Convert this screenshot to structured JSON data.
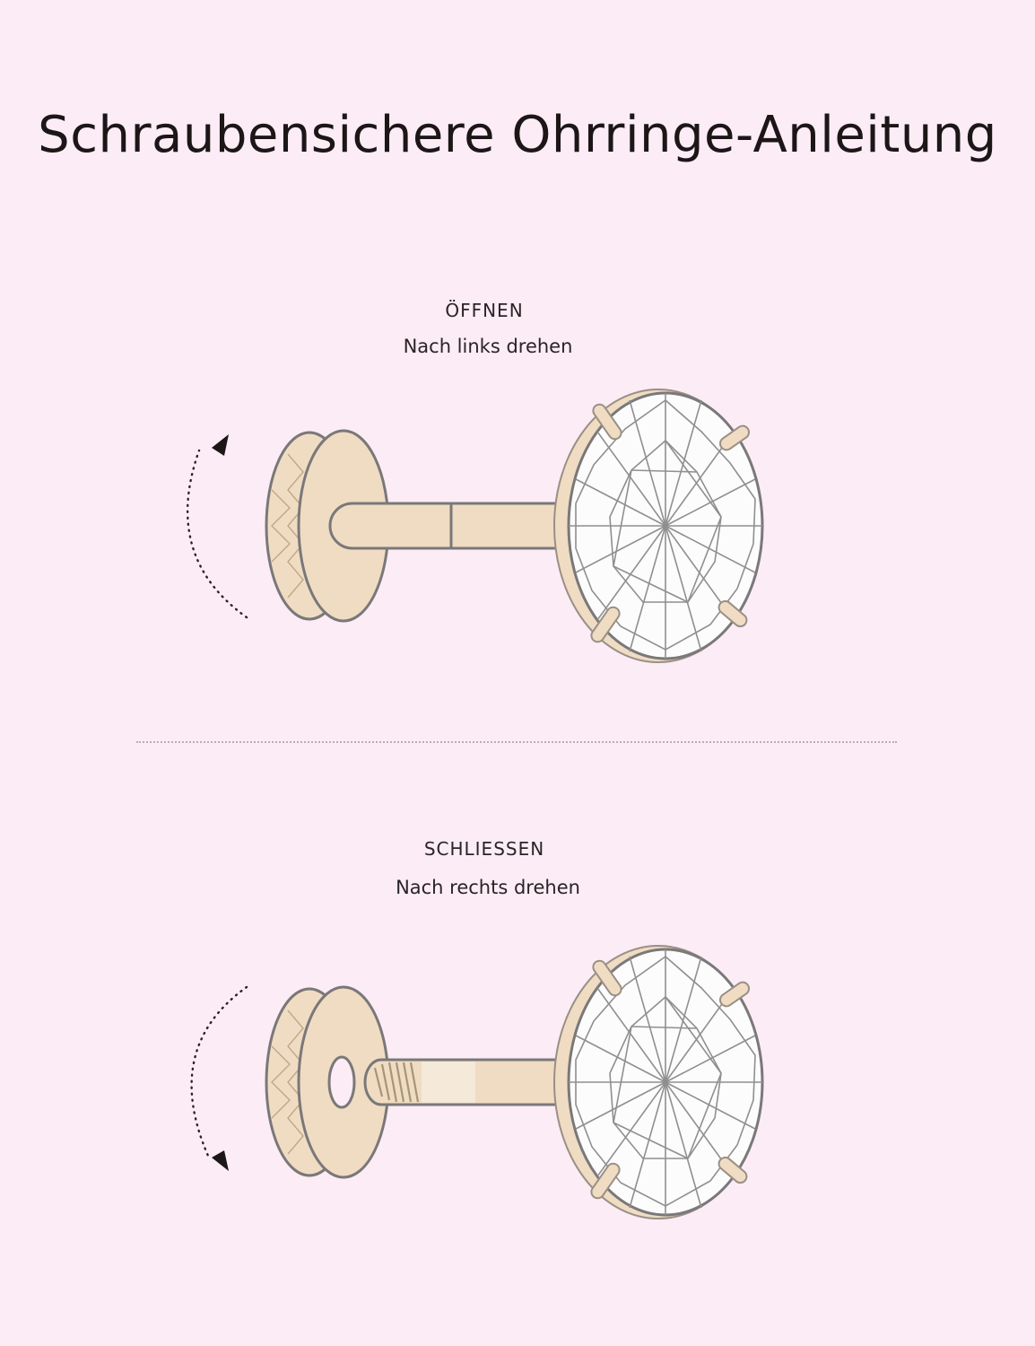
{
  "title": "Schraubensichere Ohrringe-Anleitung",
  "steps": [
    {
      "title": "ÖFFNEN",
      "subtitle": "Nach links drehen",
      "direction": "counterclockwise"
    },
    {
      "title": "SCHLIESSEN",
      "subtitle": "Nach rechts drehen",
      "direction": "clockwise"
    }
  ],
  "colors": {
    "background": "#fcecf6",
    "gold": "#efdcc3",
    "outline": "#7a7878",
    "gem_lines": "#8f8f8f",
    "text": "#1f1a1a"
  },
  "icons": {
    "rotate_open": "curved-arrow-up-icon",
    "rotate_close": "curved-arrow-down-icon"
  }
}
